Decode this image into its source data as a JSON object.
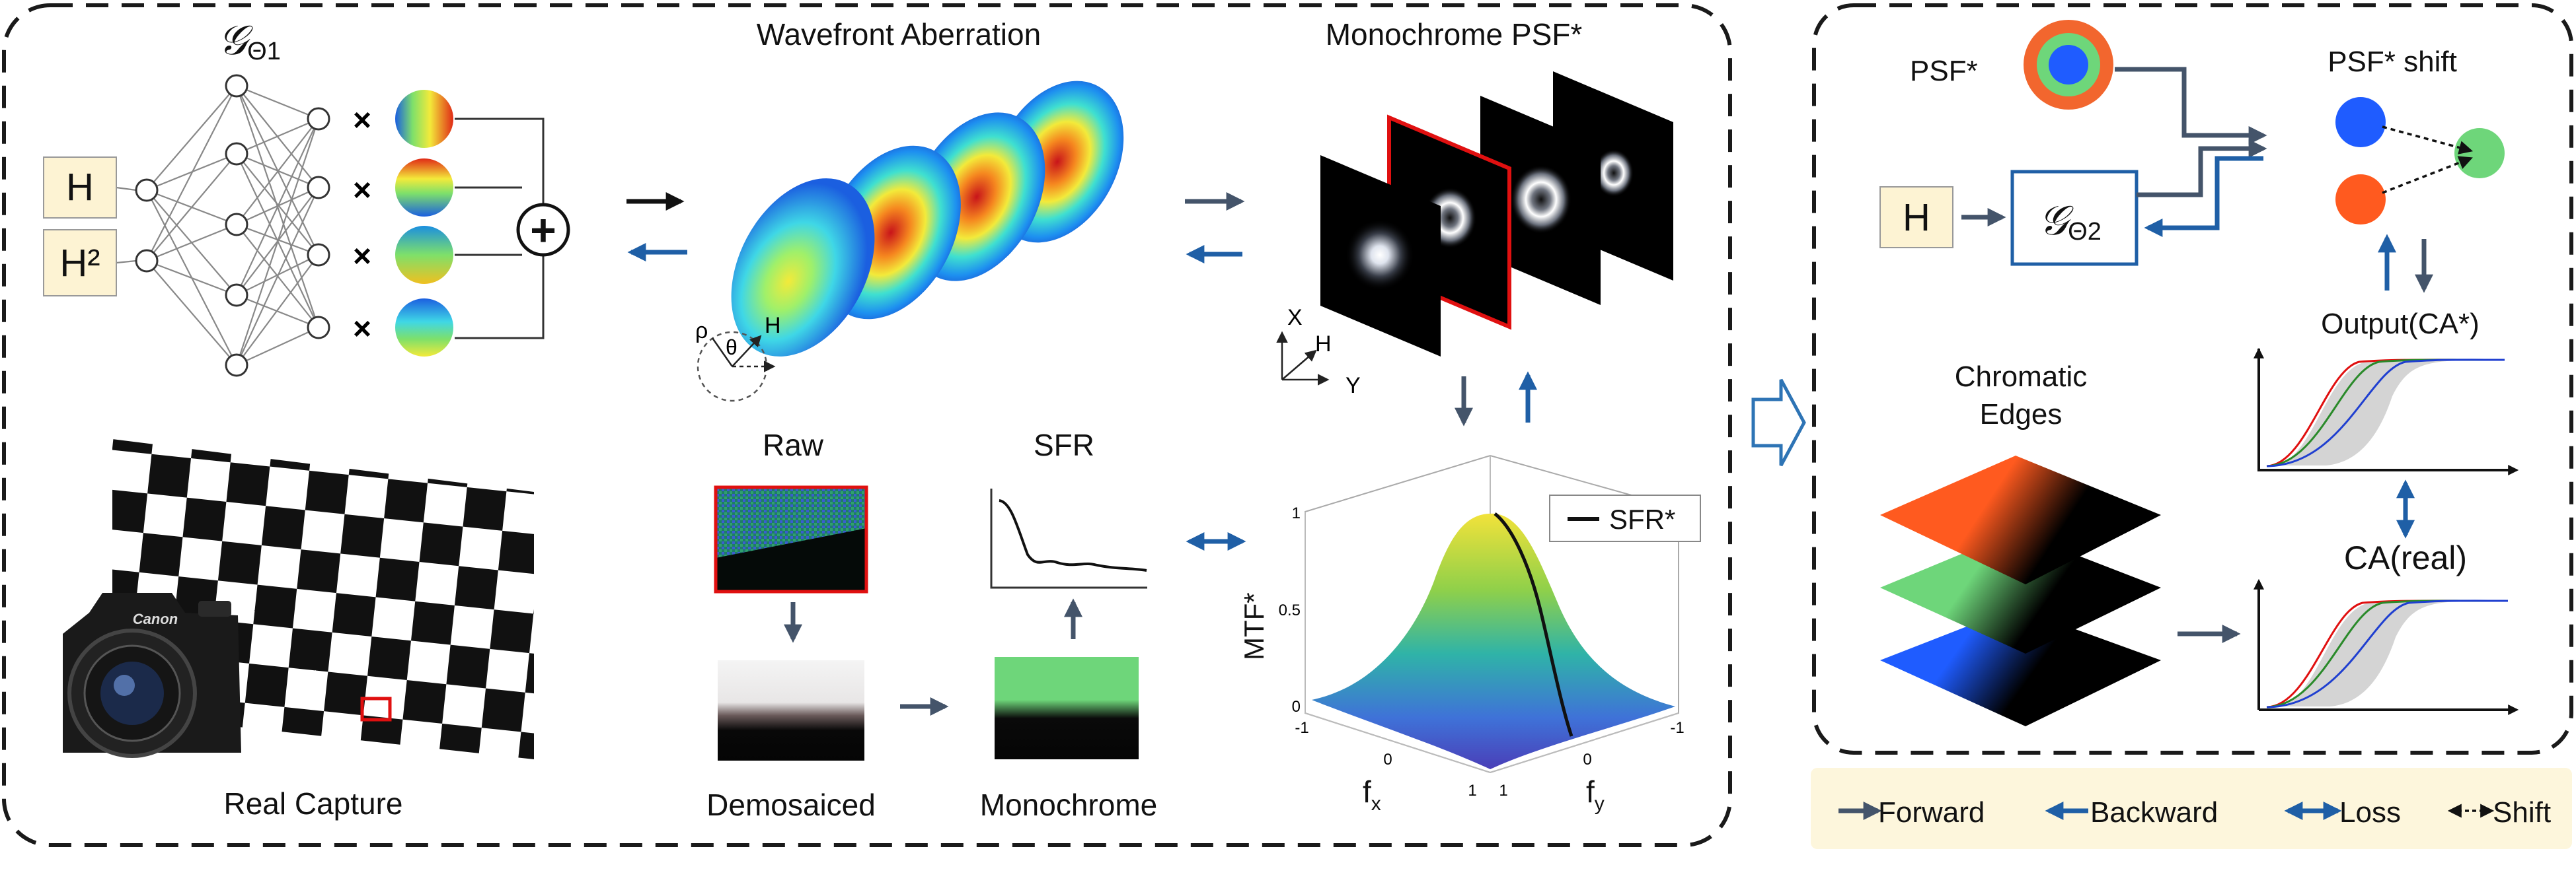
{
  "left_panel": {
    "network_label": "𝒢",
    "network_sub": "Θ1",
    "inputs": [
      "H",
      "H²"
    ],
    "times_symbol": "×",
    "plus_symbol": "+",
    "wavefront_title": "Wavefront Aberration",
    "coord_rho": "ρ",
    "coord_theta": "θ",
    "coord_h": "H",
    "psf_title": "Monochrome PSF*",
    "axis_x": "X",
    "axis_h": "H",
    "axis_y": "Y",
    "real_capture": "Real Capture",
    "raw": "Raw",
    "sfr": "SFR",
    "demosaiced": "Demosaiced",
    "monochrome": "Monochrome",
    "camera_brand": "Canon",
    "mtf_label": "MTF*",
    "sfr_legend": "SFR*",
    "z_ticks": [
      "1",
      "0.5",
      "0"
    ],
    "fx_ticks": [
      "-1",
      "0",
      "1"
    ],
    "fy_ticks": [
      "1",
      "0",
      "-1"
    ],
    "fx_label": "f",
    "fx_sub": "x",
    "fy_label": "f",
    "fy_sub": "y"
  },
  "right_panel": {
    "psf_label": "PSF*",
    "psf_shift_label": "PSF* shift",
    "h_input": "H",
    "network_label": "𝒢",
    "network_sub": "Θ2",
    "chromatic_edges": [
      "Chromatic",
      "Edges"
    ],
    "output_label": "Output(CA*)",
    "ca_real": "CA(real)"
  },
  "legend": {
    "forward": "Forward",
    "backward": "Backward",
    "loss": "Loss",
    "shift": "Shift"
  },
  "colors": {
    "forward": "#44546a",
    "backward": "#1f5fa6",
    "input_box": "#fdf3d3",
    "legend_bg": "#fdf6dc"
  }
}
